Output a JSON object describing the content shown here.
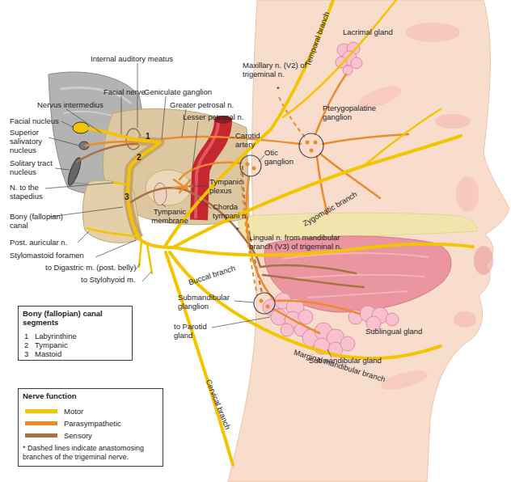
{
  "diagram": {
    "nodes": [
      {
        "text": [
          "Bony (fallopian) canal segments",
          "1",
          "Labyrinthine",
          "2",
          "Tympanic",
          "3",
          "Mastoid"
        ]
      },
      {
        "text": [
          "Nerve function",
          "* Dashed lines indicate anastomosing branches of the trigeminal nerve."
        ]
      }
    ],
    "labels": [
      "Internal auditory meatus",
      "Facial nerve",
      "Geniculate ganglion",
      "Greater petrosal n.",
      "Lesser petrosal n.",
      "Nervus intermedius",
      "Facial nucleus",
      "Superior salivatory nucleus",
      "Solitary tract nucleus",
      "N. to the stapedius",
      "Bony (fallopian) canal",
      "Post. auricular n.",
      "Stylomastoid foramen",
      "to Digastric m. (post. belly)",
      "to Stylohyoid m.",
      "1",
      "2",
      "3",
      "Carotid artery",
      "Otic ganglion",
      "Tympanic plexus",
      "Tympanic membrane",
      "Chorda tympani n.",
      "Maxillary n. (V2) of trigeminal n.",
      "Pterygopalatine ganglion",
      "Lacrimal gland",
      "Temporal branch",
      "Zygomatic branch",
      "*",
      "*",
      "Lingual n. from mandibular branch (V3) of trigeminal n.",
      "Buccal branch",
      "Submandibular glanglion",
      "to Parotid gland",
      "Sublingual gland",
      "Submandibular gland",
      "Marginal mandibular branch",
      "Cervical branch"
    ],
    "legend": [
      {
        "text": "Motor",
        "color": "#f5c400"
      },
      {
        "text": "Parasympathetic",
        "color": "#ec8a2c"
      },
      {
        "text": "Sensory",
        "color": "#a67345"
      }
    ]
  }
}
